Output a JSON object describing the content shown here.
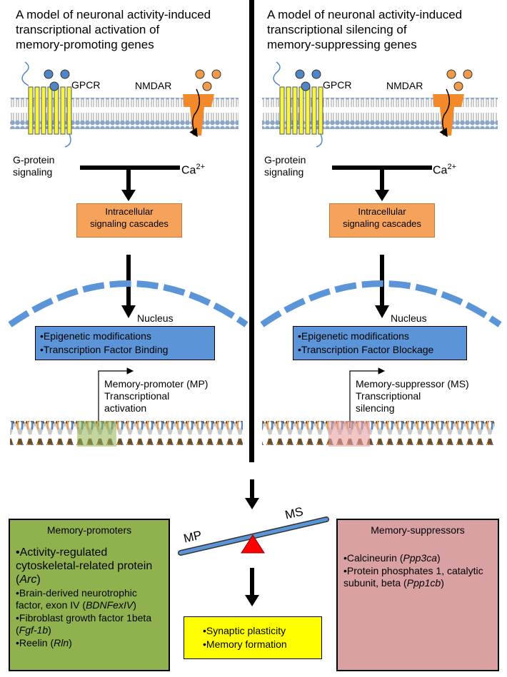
{
  "left": {
    "title": [
      "A model of neuronal activity-induced",
      "transcriptional activation of",
      "memory-promoting genes"
    ],
    "gpcr": "GPCR",
    "nmdar": "NMDAR",
    "gprotein": [
      "G-protein",
      "signaling"
    ],
    "ca": "Ca",
    "ca_sup": "2+",
    "cascade": [
      "Intracellular",
      "signaling cascades"
    ],
    "nucleus": "Nucleus",
    "nuc_items": [
      "•Epigenetic modifications",
      "•Transcription Factor Binding"
    ],
    "gene": [
      "Memory-promoter (MP)",
      "Transcriptional",
      "activation"
    ]
  },
  "right": {
    "title": [
      "A model of neuronal activity-induced",
      "transcriptional silencing of",
      "memory-suppressing genes"
    ],
    "gpcr": "GPCR",
    "nmdar": "NMDAR",
    "gprotein": [
      "G-protein",
      "signaling"
    ],
    "ca": "Ca",
    "ca_sup": "2+",
    "cascade": [
      "Intracellular",
      "signaling cascades"
    ],
    "nucleus": "Nucleus",
    "nuc_items": [
      "•Epigenetic modifications",
      "•Transcription Factor Blockage"
    ],
    "gene": [
      "Memory-suppressor (MS)",
      "Transcriptional",
      "silencing"
    ]
  },
  "balance": {
    "left": "MP",
    "right": "MS"
  },
  "promoters": {
    "heading": "Memory-promoters",
    "items": [
      {
        "pre": "•Activity-regulated cytoskeletal-related protein (",
        "gene": "Arc",
        "post": ")"
      },
      {
        "pre": "•Brain-derived  neurotrophic factor, exon IV (",
        "gene": "BDNFexIV",
        "post": ")"
      },
      {
        "pre": "•Fibroblast growth factor 1beta (",
        "gene": "Fgf-1b",
        "post": ")"
      },
      {
        "pre": "•Reelin (",
        "gene": "Rln",
        "post": ")"
      }
    ]
  },
  "suppressors": {
    "heading": "Memory-suppressors",
    "items": [
      {
        "pre": "•Calcineurin (",
        "gene": "Ppp3ca",
        "post": ")"
      },
      {
        "pre": "•Protein phosphates 1, catalytic subunit, beta (",
        "gene": "Ppp1cb",
        "post": ")"
      }
    ]
  },
  "outcome": [
    "•Synaptic plasticity",
    "•Memory formation"
  ],
  "colors": {
    "membrane": "#8aa6c8",
    "helix": "#f5f542",
    "ligand_blue": "#4f86c6",
    "ligand_orange": "#f29a4b",
    "channel": "#f28a2c",
    "cascade": "#f5a25a",
    "nucleus_box": "#5b95d8",
    "promoter_panel": "#8fb24f",
    "suppressor_panel": "#d9a1a1",
    "outcome": "#ffff00",
    "fulcrum": "#ff0000"
  }
}
